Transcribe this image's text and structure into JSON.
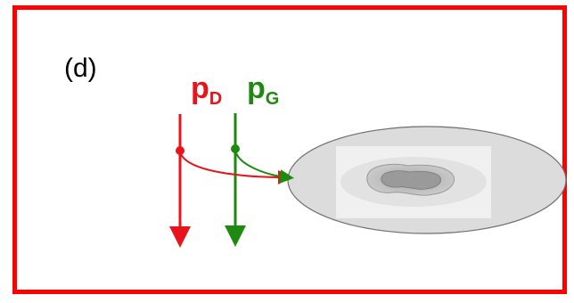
{
  "panel_label": "(d)",
  "colors": {
    "frame": "#ff0000",
    "pd": "#e8141b",
    "pg": "#1e8a10",
    "ellipse_fill": "#dcdcdc",
    "ellipse_stroke": "#6e6e6e"
  },
  "labels": {
    "pd": {
      "main": "p",
      "sub": "D"
    },
    "pg": {
      "main": "p",
      "sub": "G"
    }
  }
}
